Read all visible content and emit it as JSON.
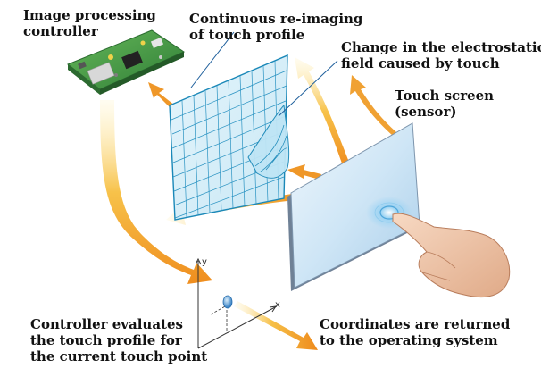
{
  "labels": {
    "controller": [
      "Image processing",
      "controller"
    ],
    "reimaging": [
      "Continuous re-imaging",
      "of touch profile"
    ],
    "field": [
      "Change in the electrostatic",
      "field caused by touch"
    ],
    "screen": [
      "Touch screen",
      "(sensor)"
    ],
    "evaluates": [
      "Controller evaluates",
      "the touch profile for",
      "the current touch point"
    ],
    "coordinates": [
      "Coordinates are returned",
      "to the operating system"
    ]
  },
  "axes": {
    "y": "y",
    "x": "x"
  },
  "icons": {
    "board": "circuit-board-icon",
    "grid": "touch-profile-mesh-icon",
    "screen": "touch-screen-panel-icon",
    "hand": "pointing-hand-icon"
  },
  "colors": {
    "mesh": "#1a88b8",
    "mesh_fill": "#dff1f9",
    "arrow": "#f2a52c",
    "arrow_dark": "#e07a12",
    "board": "#3f9a45",
    "screen_edge": "#5d6f82",
    "touch_glow": "#5fb3e4",
    "pointer": "#1e5f9c"
  }
}
